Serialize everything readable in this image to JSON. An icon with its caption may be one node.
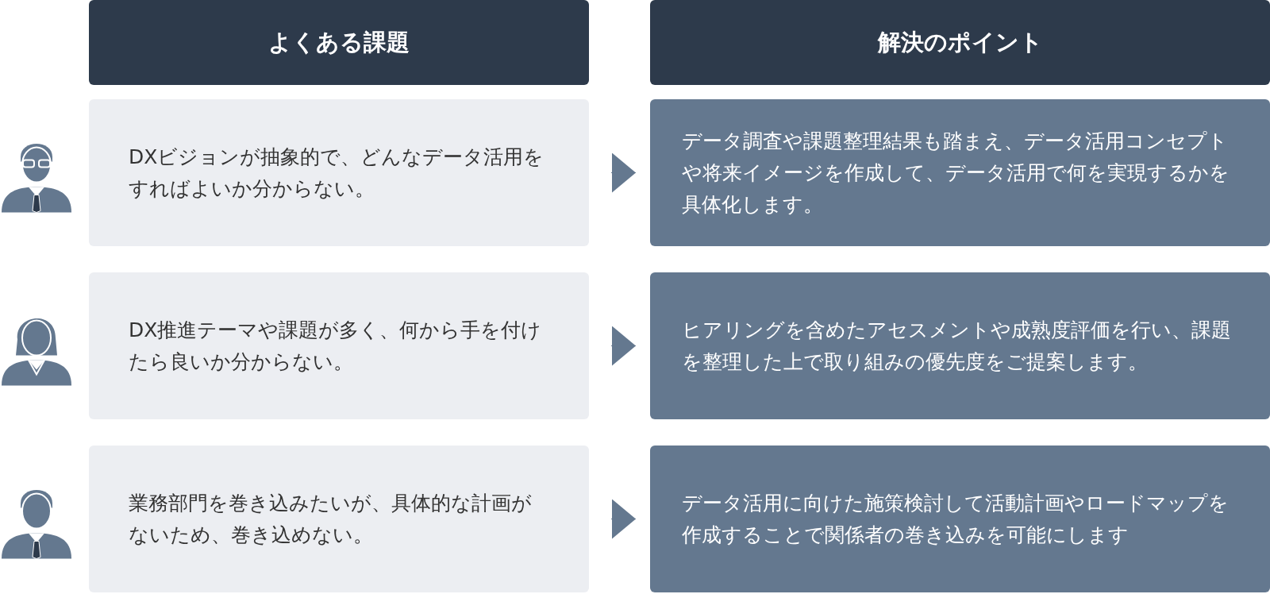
{
  "diagram": {
    "nodes": [
      {
        "text": [
          "よくある課題"
        ]
      },
      {
        "text": [
          "解決のポイント"
        ]
      },
      {
        "text": [
          "DXビジョンが抽象的で、どんなデータ活用をすればよいか分からない。"
        ]
      },
      {
        "text": [
          "データ調査や課題整理結果も踏まえ、データ活用コンセプトや将来イメージを作成して、データ活用で何を実現するかを具体化します。"
        ]
      },
      {
        "text": [
          "DX推進テーマや課題が多く、何から手を付けたら良いか分からない。"
        ]
      },
      {
        "text": [
          "ヒアリングを含めたアセスメントや成熟度評価を行い、課題を整理した上で取り組みの優先度をご提案します。"
        ]
      },
      {
        "text": [
          "業務部門を巻き込みたいが、具体的な計画がないため、巻き込めない。"
        ]
      },
      {
        "text": [
          "データ活用に向けた施策検討して活動計画やロードマップを作成することで関係者の巻き込みを可能にします"
        ]
      }
    ],
    "edges": [
      {
        "from": 2,
        "to": 3,
        "arrow": "to"
      },
      {
        "from": 4,
        "to": 5,
        "arrow": "to"
      },
      {
        "from": 6,
        "to": 7,
        "arrow": "to"
      }
    ]
  }
}
